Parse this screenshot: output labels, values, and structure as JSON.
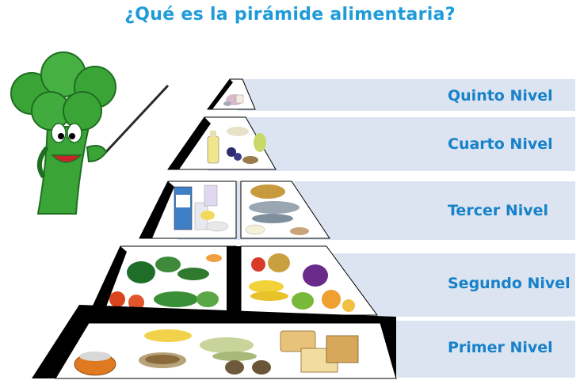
{
  "title": "¿Qué es la pirámide alimentaria?",
  "colors": {
    "title": "#1f9bd9",
    "band": "#dbe4f0",
    "label": "#1781c9",
    "outline": "#000000",
    "broccoli": "#3aa536",
    "broccoli_dark": "#1f6e21"
  },
  "levels": [
    {
      "id": "quinto",
      "label": "Quinto Nivel"
    },
    {
      "id": "cuarto",
      "label": "Cuarto Nivel"
    },
    {
      "id": "tercer",
      "label": "Tercer Nivel"
    },
    {
      "id": "segundo",
      "label": "Segundo Nivel"
    },
    {
      "id": "primer",
      "label": "Primer Nivel"
    }
  ],
  "mascot": {
    "icon": "broccoli-pointer-icon"
  }
}
